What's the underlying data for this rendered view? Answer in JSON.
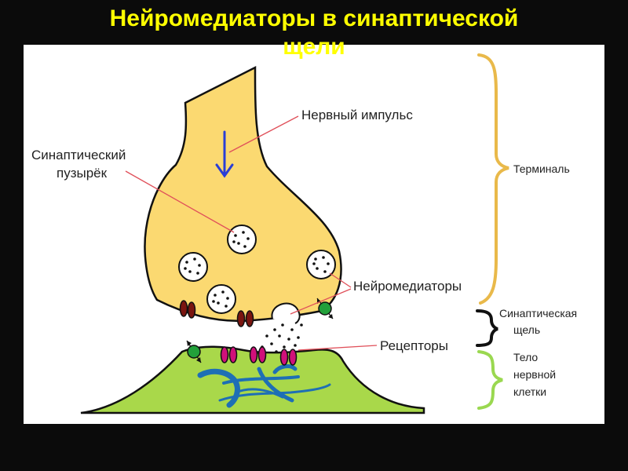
{
  "slide": {
    "title_line1": "Нейромедиаторы в синаптической",
    "title_line2": "щели"
  },
  "labels": {
    "impulse": "Нервный импульс",
    "vesicle_line1": "Синаптический",
    "vesicle_line2": "пузырёк",
    "neurotransmitters": "Нейромедиаторы",
    "receptors": "Рецепторы",
    "terminal": "Терминаль",
    "cleft_line1": "Синаптическая",
    "cleft_line2": "щель",
    "body_line1": "Тело",
    "body_line2": "нервной",
    "body_line3": "клетки"
  },
  "colors": {
    "background": "#0b0b0b",
    "title": "#ffff00",
    "terminal_fill": "#fbd971",
    "cell_body_fill": "#a9d84a",
    "nerve_fiber": "#1e6fb5",
    "arrow": "#2a3ed6",
    "leader_line": "#e0505a",
    "receptor": "#d0107a",
    "channel": "#7a1510",
    "transporter": "#22a03a",
    "terminal_brace": "#e9b94a",
    "cleft_brace": "#111111",
    "body_brace": "#9ad850"
  }
}
